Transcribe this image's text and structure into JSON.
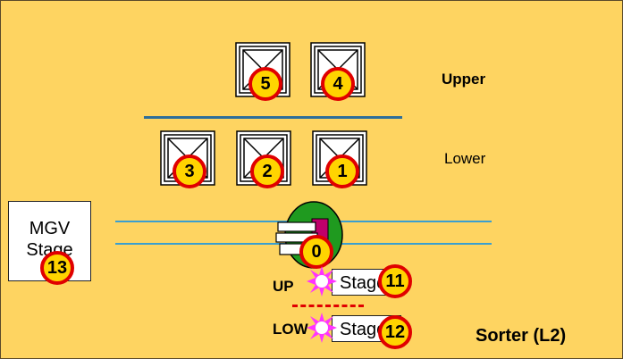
{
  "labels": {
    "upper": "Upper",
    "lower": "Lower",
    "up": "UP",
    "low": "LOW",
    "sorter": "Sorter (L2)",
    "mgv_line1": "MGV",
    "mgv_line2": "Stage",
    "stage_up": "Stage",
    "stage_low": "Stage"
  },
  "badges": {
    "b0": "0",
    "b1": "1",
    "b2": "2",
    "b3": "3",
    "b4": "4",
    "b5": "5",
    "b11": "11",
    "b12": "12",
    "b13": "13"
  },
  "colors": {
    "background": "#fed461",
    "badge_fill": "#ffd400",
    "badge_border": "#e00000",
    "shelf_line": "#2f6e99",
    "rail": "#3a9fd0",
    "robot_body": "#1f9a1f",
    "robot_arm": "#c0006a",
    "starburst": "#ff33ff",
    "dashed_divider": "#e00000"
  }
}
